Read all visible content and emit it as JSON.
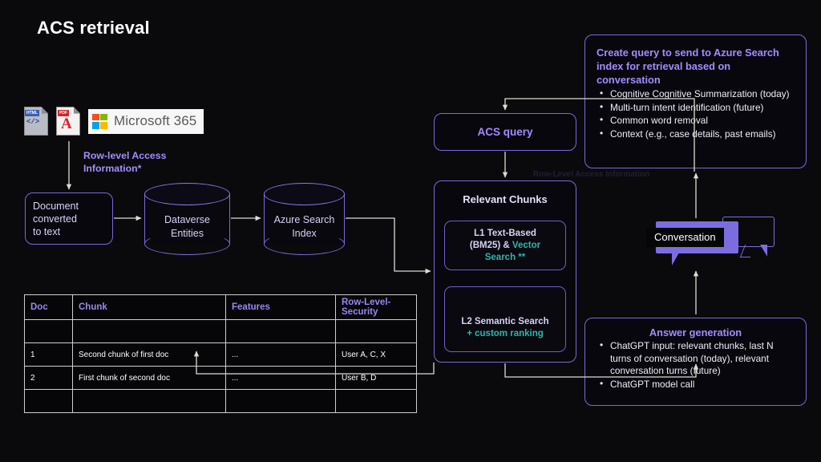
{
  "slide": {
    "title": "ACS retrieval",
    "background": "#0a0a0c",
    "accent_purple": "#a48bff",
    "accent_teal": "#2fb6a8",
    "outline_purple": "#7b68d9"
  },
  "sources": {
    "icons": [
      {
        "name": "html-file-icon",
        "tag": "HTML",
        "code": "</>"
      },
      {
        "name": "pdf-file-icon",
        "tag": "PDF",
        "glyph": "A"
      }
    ],
    "microsoft365": {
      "label": "Microsoft 365"
    }
  },
  "labels": {
    "row_level_access": "Row-level Access\nInformation*",
    "row_level_access_line1": "Row-level Access",
    "row_level_access_line2": "Information*",
    "row_level_access_faint": "Row-Level Access Information"
  },
  "nodes": {
    "document_converted": "Document\nconverted\nto text",
    "document_converted_lines": [
      "Document",
      "converted",
      "to text"
    ],
    "dataverse": {
      "line1": "Dataverse",
      "line2": "Entities"
    },
    "azure_index": {
      "line1": "Azure Search",
      "line2": "Index"
    },
    "acs_query": "ACS query",
    "relevant_chunks": {
      "title": "Relevant Chunks",
      "l1": {
        "text_plain": "L1 Text-Based (BM25) & ",
        "line1": "L1 Text-Based",
        "line2_plain": "(BM25) & ",
        "line2_teal": "Vector",
        "line3_teal": "Search **"
      },
      "l2": {
        "line1": "L2 Semantic Search",
        "line2_teal": "+ custom ranking"
      }
    },
    "conversation": "Conversation"
  },
  "create_query": {
    "heading": "Create query to send to Azure Search index for retrieval based on conversation",
    "bullets": [
      "Cognitive Cognitive Summarization (today)",
      "Multi-turn intent identification (future)",
      "Common word removal",
      "Context (e.g., case details, past emails)"
    ]
  },
  "answer_generation": {
    "heading": "Answer generation",
    "bullets": [
      "ChatGPT input: relevant chunks, last N turns of conversation (today), relevant conversation turns (future)",
      "ChatGPT model call"
    ]
  },
  "table": {
    "headers": [
      "Doc",
      "Chunk",
      "Features",
      "Row-Level-Security"
    ],
    "rows": [
      [
        "",
        "",
        "",
        ""
      ],
      [
        "1",
        "Second chunk of first doc",
        "...",
        "User A, C, X"
      ],
      [
        "2",
        "First chunk of second doc",
        "...",
        "User B, D"
      ],
      [
        "",
        "",
        "",
        ""
      ]
    ]
  }
}
